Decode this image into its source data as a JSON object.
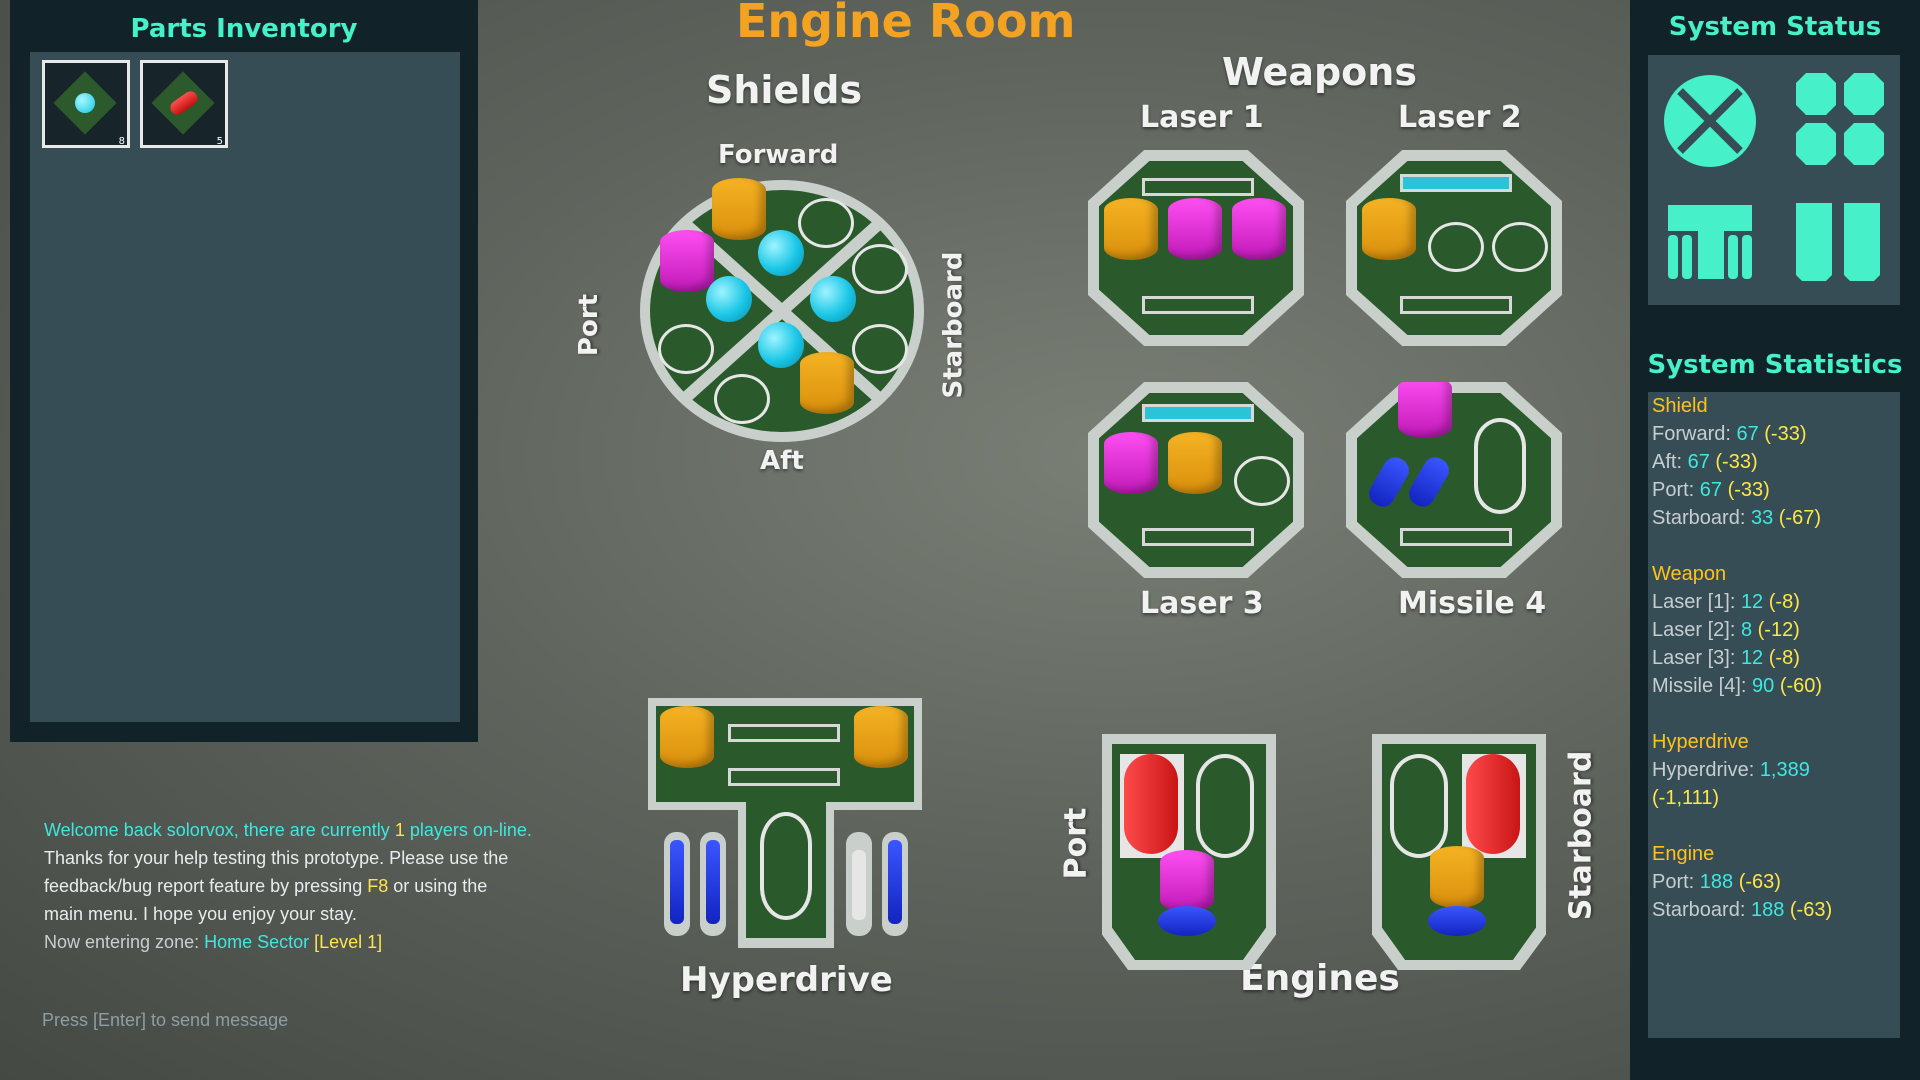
{
  "title": "Engine Room",
  "inventory": {
    "title": "Parts Inventory",
    "slots": [
      {
        "item": "cyan-sphere-part",
        "count": "8"
      },
      {
        "item": "red-capsule-part",
        "count": "5"
      }
    ]
  },
  "shields": {
    "title": "Shields",
    "forward": "Forward",
    "aft": "Aft",
    "port": "Port",
    "starboard": "Starboard"
  },
  "weapons": {
    "title": "Weapons",
    "laser1": "Laser 1",
    "laser2": "Laser 2",
    "laser3": "Laser 3",
    "missile4": "Missile 4"
  },
  "hyperdrive": {
    "title": "Hyperdrive"
  },
  "engines": {
    "title": "Engines",
    "port": "Port",
    "starboard": "Starboard"
  },
  "chat": {
    "line1_a": "Welcome back solorvox, there are currently ",
    "line1_count": "1",
    "line1_b": " players on-line.",
    "line2": "Thanks for your help testing this prototype.  Please use the",
    "line3_a": "feedback/bug report feature by pressing ",
    "line3_key": "F8",
    "line3_b": " or using the",
    "line4": "main menu.  I hope you enjoy your stay.",
    "line5_a": "Now entering zone: ",
    "line5_zone": "Home Sector",
    "line5_level": " [Level 1]",
    "prompt": "Press [Enter] to send message"
  },
  "system_status": {
    "title": "System Status",
    "icons": [
      "shield-status-icon",
      "weapons-status-icon",
      "hyperdrive-status-icon",
      "engines-status-icon"
    ],
    "color": "#46f0c8"
  },
  "system_statistics": {
    "title": "System Statistics",
    "shield": {
      "header": "Shield",
      "forward": {
        "label": "Forward: ",
        "value": "67",
        "delta": " (-33)"
      },
      "aft": {
        "label": "Aft: ",
        "value": "67",
        "delta": " (-33)"
      },
      "port": {
        "label": "Port: ",
        "value": "67",
        "delta": " (-33)"
      },
      "starboard": {
        "label": "Starboard: ",
        "value": "33",
        "delta": " (-67)"
      }
    },
    "weapon": {
      "header": "Weapon",
      "laser1": {
        "label": "Laser [1]: ",
        "value": "12",
        "delta": " (-8)"
      },
      "laser2": {
        "label": "Laser [2]: ",
        "value": "8",
        "delta": " (-12)"
      },
      "laser3": {
        "label": "Laser [3]: ",
        "value": "12",
        "delta": " (-8)"
      },
      "missile4": {
        "label": "Missile [4]: ",
        "value": "90",
        "delta": " (-60)"
      }
    },
    "hyperdrive": {
      "header": "Hyperdrive",
      "hyperdrive": {
        "label": "Hyperdrive: ",
        "value": "1,389",
        "delta": "(-1,111)"
      }
    },
    "engine": {
      "header": "Engine",
      "port": {
        "label": "Port: ",
        "value": "188",
        "delta": " (-63)"
      },
      "starboard": {
        "label": "Starboard: ",
        "value": "188",
        "delta": " (-63)"
      }
    }
  }
}
